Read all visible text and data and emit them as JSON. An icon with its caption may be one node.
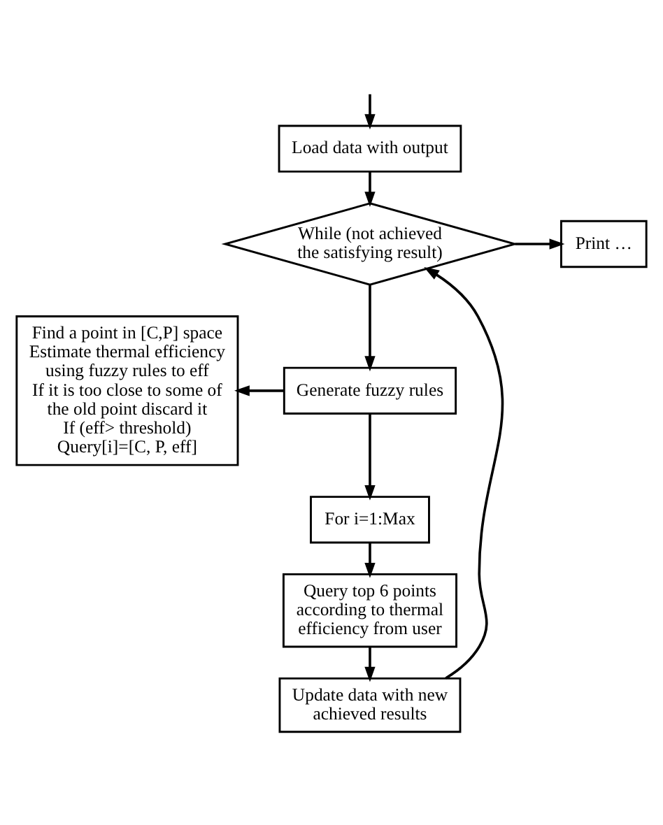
{
  "diagram": {
    "nodes": [
      {
        "text": [
          "Load data with output"
        ]
      },
      {
        "text": [
          "While (not achieved the satisfying result)"
        ]
      },
      {
        "text": [
          "Print …"
        ]
      },
      {
        "text": [
          "Find a point in [C,P] space",
          "Estimate thermal efficiency",
          "using fuzzy rules to eff",
          "If it is too close to some of",
          "the old point discard it",
          "If (eff> threshold)",
          "Query[i]=[C, P, eff]"
        ]
      },
      {
        "text": [
          "Generate fuzzy rules"
        ]
      },
      {
        "text": [
          "For i=1:Max"
        ]
      },
      {
        "text": [
          "Query top 6 points according to thermal efficiency from user"
        ]
      },
      {
        "text": [
          "Update data with new achieved results"
        ]
      }
    ],
    "edges": [
      {
        "from": null,
        "to": 0,
        "arrow": "to"
      },
      {
        "from": 0,
        "to": 1,
        "arrow": "to"
      },
      {
        "from": 1,
        "to": 2,
        "arrow": "to"
      },
      {
        "from": 1,
        "to": 4,
        "arrow": "to"
      },
      {
        "from": 4,
        "to": 3,
        "arrow": "to"
      },
      {
        "from": 4,
        "to": 5,
        "arrow": "to"
      },
      {
        "from": 5,
        "to": 6,
        "arrow": "to"
      },
      {
        "from": 6,
        "to": 7,
        "arrow": "to"
      },
      {
        "from": 7,
        "to": 1,
        "arrow": "to"
      }
    ]
  }
}
